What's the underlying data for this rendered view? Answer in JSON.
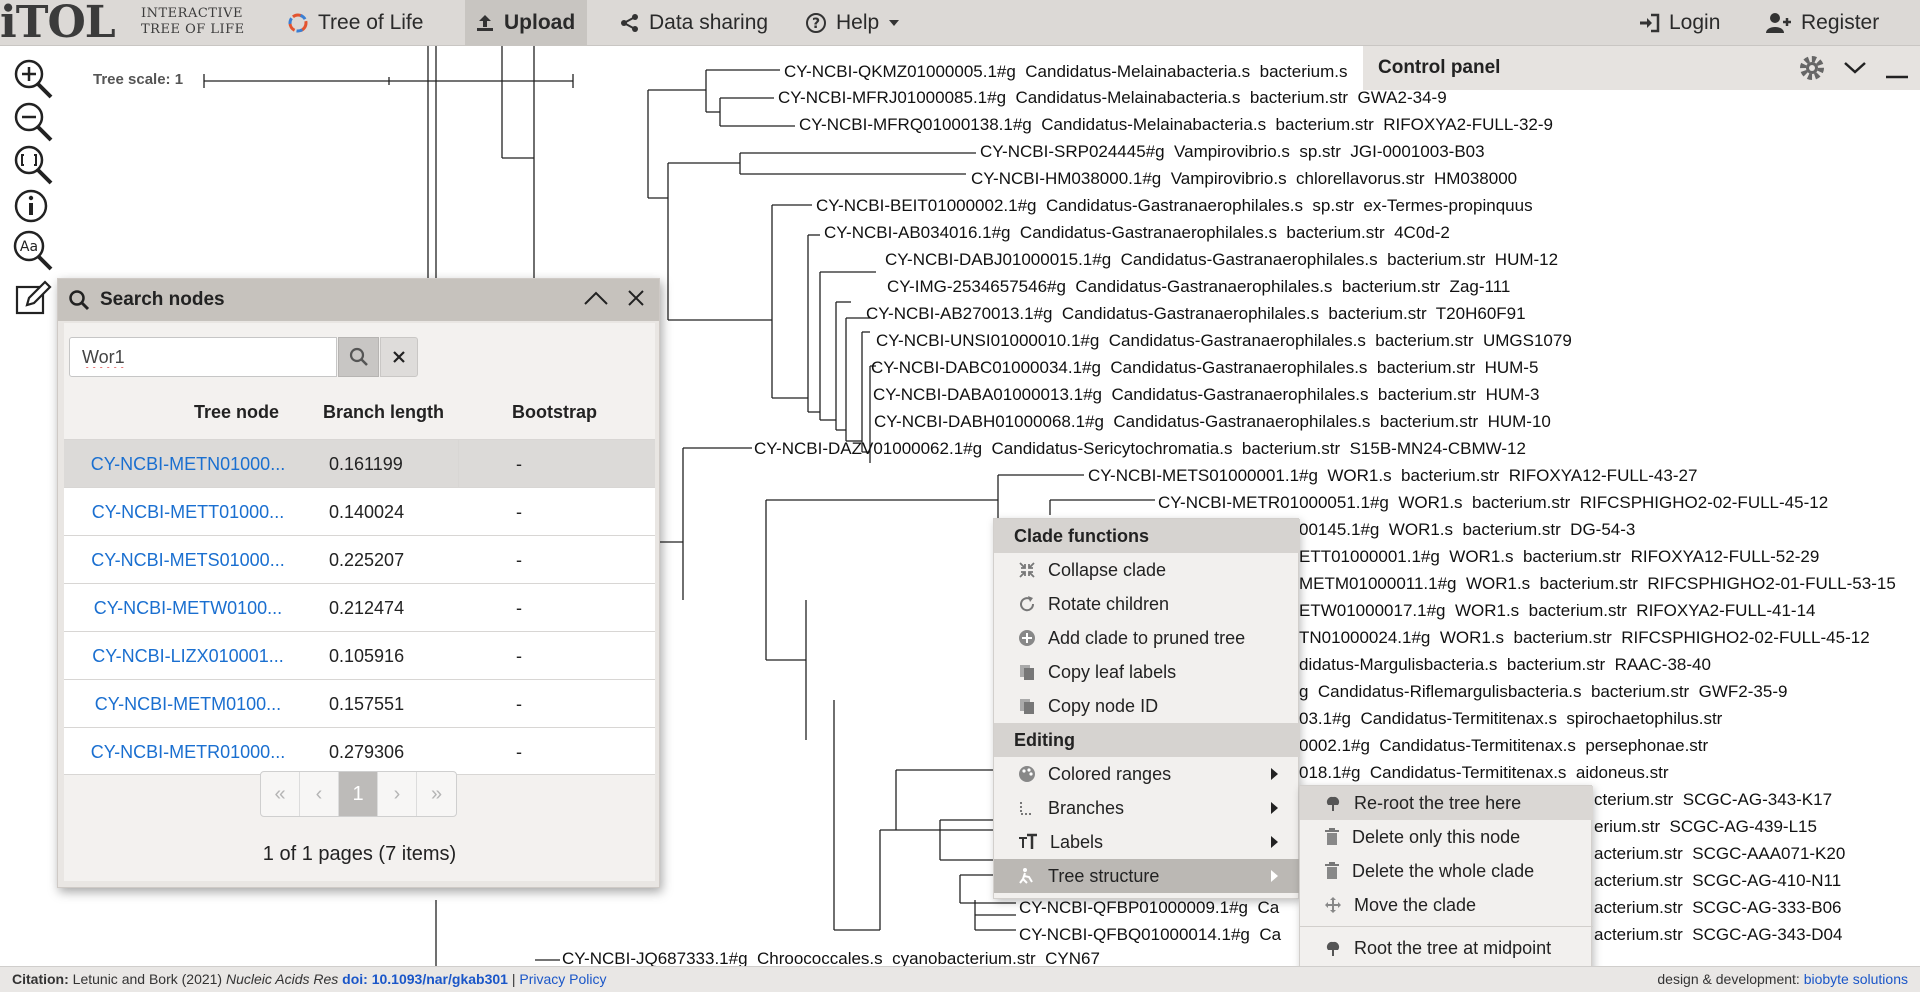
{
  "logo": {
    "main": "iTOL",
    "sub_line1": "Interactive",
    "sub_line2": "Tree Of Life"
  },
  "nav": {
    "tree_of_life": "Tree of Life",
    "upload": "Upload",
    "data_sharing": "Data sharing",
    "help": "Help",
    "login": "Login",
    "register": "Register"
  },
  "tree": {
    "scale_label": "Tree scale: 1",
    "leaves": [
      "CY-NCBI-QKMZ01000005.1#g  Candidatus-Melainabacteria.s  bacterium.s",
      "CY-NCBI-MFRJ01000085.1#g  Candidatus-Melainabacteria.s  bacterium.str  GWA2-34-9",
      "CY-NCBI-MFRQ01000138.1#g  Candidatus-Melainabacteria.s  bacterium.str  RIFOXYA2-FULL-32-9",
      "CY-NCBI-SRP024445#g  Vampirovibrio.s  sp.str  JGI-0001003-B03",
      "CY-NCBI-HM038000.1#g  Vampirovibrio.s  chlorellavorus.str  HM038000",
      "CY-NCBI-BEIT01000002.1#g  Candidatus-Gastranaerophilales.s  sp.str  ex-Termes-propinquus",
      "CY-NCBI-AB034016.1#g  Candidatus-Gastranaerophilales.s  bacterium.str  4C0d-2",
      "CY-NCBI-DABJ01000015.1#g  Candidatus-Gastranaerophilales.s  bacterium.str  HUM-12",
      "CY-IMG-2534657546#g  Candidatus-Gastranaerophilales.s  bacterium.str  Zag-111",
      "CY-NCBI-AB270013.1#g  Candidatus-Gastranaerophilales.s  bacterium.str  T20H60F91",
      "CY-NCBI-UNSI01000010.1#g  Candidatus-Gastranaerophilales.s  bacterium.str  UMGS1079",
      "CY-NCBI-DABC01000034.1#g  Candidatus-Gastranaerophilales.s  bacterium.str  HUM-5",
      "CY-NCBI-DABA01000013.1#g  Candidatus-Gastranaerophilales.s  bacterium.str  HUM-3",
      "CY-NCBI-DABH01000068.1#g  Candidatus-Gastranaerophilales.s  bacterium.str  HUM-10",
      "CY-NCBI-DAZV01000062.1#g  Candidatus-Sericytochromatia.s  bacterium.str  S15B-MN24-CBMW-12",
      "CY-NCBI-METS01000001.1#g  WOR1.s  bacterium.str  RIFOXYA12-FULL-43-27",
      "CY-NCBI-METR01000051.1#g  WOR1.s  bacterium.str  RIFCSPHIGHO2-02-FULL-45-12",
      "00145.1#g  WOR1.s  bacterium.str  DG-54-3",
      "ETT01000001.1#g  WOR1.s  bacterium.str  RIFOXYA12-FULL-52-29",
      "METM01000011.1#g  WOR1.s  bacterium.str  RIFCSPHIGHO2-01-FULL-53-15",
      "ETW01000017.1#g  WOR1.s  bacterium.str  RIFOXYA2-FULL-41-14",
      "TN01000024.1#g  WOR1.s  bacterium.str  RIFCSPHIGHO2-02-FULL-45-12",
      "didatus-Margulisbacteria.s  bacterium.str  RAAC-38-40",
      "g  Candidatus-Riflemargulisbacteria.s  bacterium.str  GWF2-35-9",
      "03.1#g  Candidatus-Termititenax.s  spirochaetophilus.str",
      "0002.1#g  Candidatus-Termititenax.s  persephonae.str",
      "018.1#g  Candidatus-Termititenax.s  aidoneus.str",
      "cterium.str  SCGC-AG-343-K17",
      "erium.str  SCGC-AG-439-L15",
      "acterium.str  SCGC-AAA071-K20",
      "acterium.str  SCGC-AG-410-N11",
      "acterium.str  SCGC-AG-333-B06",
      "acterium.str  SCGC-AG-343-D04",
      "CY-NCBI-QFBP01000009.1#g  Ca",
      "CY-NCBI-QFBQ01000014.1#g  Ca",
      "CY-NCBI-JQ687333.1#g  Chroococcales.s  cyanobacterium.str  CYN67"
    ]
  },
  "control_panel": {
    "title": "Control panel"
  },
  "search_panel": {
    "title": "Search nodes",
    "query": "Wor1",
    "columns": [
      "Tree node",
      "Branch length",
      "Bootstrap"
    ],
    "rows": [
      {
        "node": "CY-NCBI-METN01000...",
        "length": "0.161199",
        "bootstrap": "-"
      },
      {
        "node": "CY-NCBI-METT01000...",
        "length": "0.140024",
        "bootstrap": "-"
      },
      {
        "node": "CY-NCBI-METS01000...",
        "length": "0.225207",
        "bootstrap": "-"
      },
      {
        "node": "CY-NCBI-METW0100...",
        "length": "0.212474",
        "bootstrap": "-"
      },
      {
        "node": "CY-NCBI-LIZX010001...",
        "length": "0.105916",
        "bootstrap": "-"
      },
      {
        "node": "CY-NCBI-METM0100...",
        "length": "0.157551",
        "bootstrap": "-"
      },
      {
        "node": "CY-NCBI-METR01000...",
        "length": "0.279306",
        "bootstrap": "-"
      }
    ],
    "pager": {
      "first": "«",
      "prev": "‹",
      "current": "1",
      "next": "›",
      "last": "»"
    },
    "page_info": "1 of 1 pages (7 items)"
  },
  "context_menu": {
    "clade_header": "Clade functions",
    "collapse": "Collapse clade",
    "rotate": "Rotate children",
    "add_pruned": "Add clade to pruned tree",
    "copy_leaf": "Copy leaf labels",
    "copy_node": "Copy node ID",
    "editing_header": "Editing",
    "colored_ranges": "Colored ranges",
    "branches": "Branches",
    "labels": "Labels",
    "tree_structure": "Tree structure"
  },
  "submenu": {
    "reroot": "Re-root the tree here",
    "delete_node": "Delete only this node",
    "delete_clade": "Delete the whole clade",
    "move_clade": "Move the clade",
    "midpoint": "Root the tree at midpoint"
  },
  "footer": {
    "citation_label": "Citation:",
    "citation_authors": "Letunic and Bork (2021)",
    "journal": "Nucleic Acids Res",
    "doi": "doi: 10.1093/nar/gkab301",
    "sep": "|",
    "privacy": "Privacy Policy",
    "design_label": "design & development:",
    "design_link": "biobyte solutions"
  }
}
